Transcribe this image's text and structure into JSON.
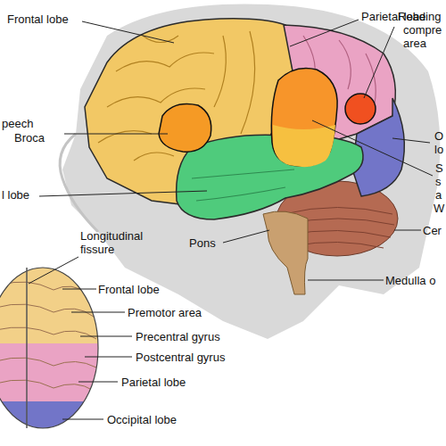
{
  "diagram": {
    "labels": [
      "Frontal lobe",
      "Parietal lobe",
      "Reading",
      "compre",
      "area",
      "peech",
      "Broca",
      "O",
      "lo",
      "S",
      "s",
      "a",
      "W",
      "l lobe",
      "Pons",
      "Cer",
      "Medulla o",
      "Longitudinal",
      "fissure",
      "Frontal lobe",
      "Premotor area",
      "Precentral gyrus",
      "Postcentral gyrus",
      "Parietal lobe",
      "Occipital lobe"
    ]
  }
}
